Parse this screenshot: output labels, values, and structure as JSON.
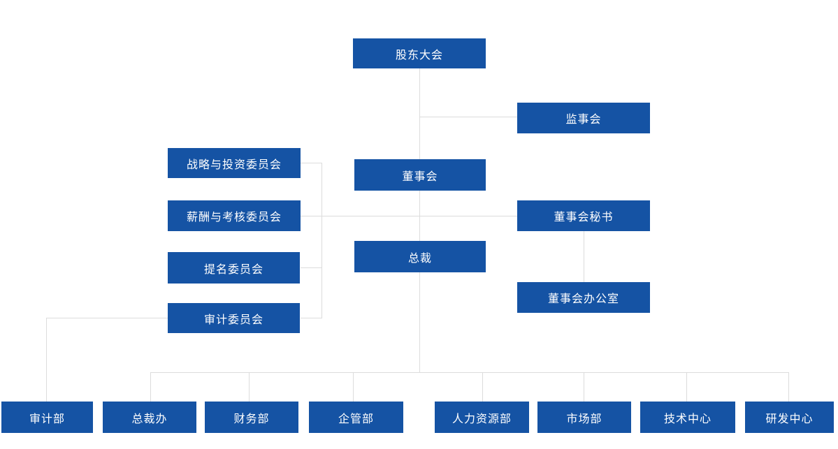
{
  "org_chart": {
    "nodes": {
      "shareholders_meeting": "股东大会",
      "supervisory_board": "监事会",
      "board_of_directors": "董事会",
      "strategy_investment_committee": "战略与投资委员会",
      "compensation_assessment_committee": "薪酬与考核委员会",
      "nomination_committee": "提名委员会",
      "audit_committee": "审计委员会",
      "board_secretary": "董事会秘书",
      "board_office": "董事会办公室",
      "president": "总裁"
    },
    "departments": [
      "审计部",
      "总裁办",
      "财务部",
      "企管部",
      "人力资源部",
      "市场部",
      "技术中心",
      "研发中心"
    ],
    "edges": [
      [
        "shareholders_meeting",
        "supervisory_board"
      ],
      [
        "shareholders_meeting",
        "board_of_directors"
      ],
      [
        "board_of_directors",
        "strategy_investment_committee"
      ],
      [
        "board_of_directors",
        "compensation_assessment_committee"
      ],
      [
        "board_of_directors",
        "nomination_committee"
      ],
      [
        "board_of_directors",
        "audit_committee"
      ],
      [
        "board_of_directors",
        "board_secretary"
      ],
      [
        "board_secretary",
        "board_office"
      ],
      [
        "board_of_directors",
        "president"
      ],
      [
        "audit_committee",
        "审计部"
      ],
      [
        "president",
        "总裁办"
      ],
      [
        "president",
        "财务部"
      ],
      [
        "president",
        "企管部"
      ],
      [
        "president",
        "人力资源部"
      ],
      [
        "president",
        "市场部"
      ],
      [
        "president",
        "技术中心"
      ],
      [
        "president",
        "研发中心"
      ]
    ],
    "colors": {
      "node_background": "#1553a4",
      "node_text": "#ffffff",
      "connector_line": "#dcdcdc",
      "page_background": "#ffffff"
    }
  }
}
